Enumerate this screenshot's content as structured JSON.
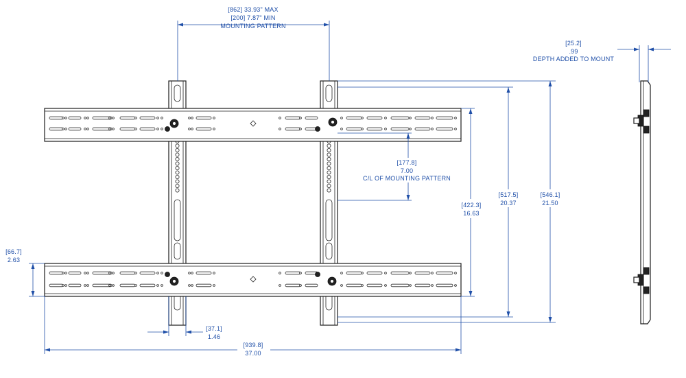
{
  "dimensions": {
    "pattern_max": "[862] 33.93\" MAX",
    "pattern_min": "[200] 7.87\" MIN",
    "pattern_label": "MOUNTING PATTERN",
    "depth_mm": "[25.2]",
    "depth_in": ".99",
    "depth_label": "DEPTH ADDED TO MOUNT",
    "cl_mm": "[177.8]",
    "cl_in": "7.00",
    "cl_label": "C/L OF MOUNTING PATTERN",
    "h422_mm": "[422.3]",
    "h422_in": "16.63",
    "h517_mm": "[517.5]",
    "h517_in": "20.37",
    "h546_mm": "[546.1]",
    "h546_in": "21.50",
    "rail_mm": "[66.7]",
    "rail_in": "2.63",
    "upright_mm": "[37.1]",
    "upright_in": "1.46",
    "width_mm": "[939.8]",
    "width_in": "37.00"
  },
  "colors": {
    "dimension": "#1f4fa8",
    "outline": "#1b1b1b"
  }
}
